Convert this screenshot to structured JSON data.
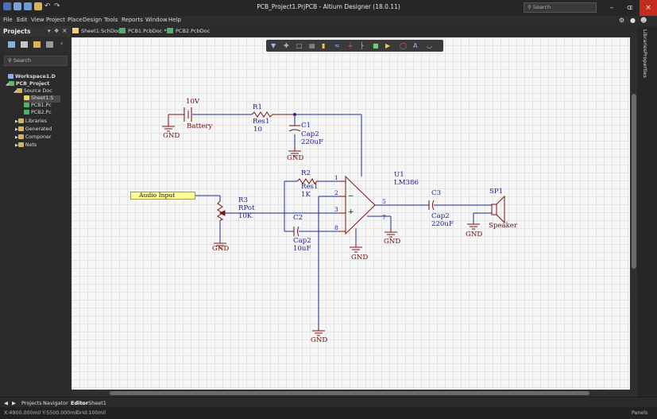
{
  "titlebar": {
    "title": "PCB_Project1.PrjPCB - Altium Designer (18.0.11)",
    "search_placeholder": "Search",
    "minimize": "–",
    "maximize": "Œ",
    "close": "×"
  },
  "menu": {
    "items": [
      "File",
      "Edit",
      "View",
      "Project",
      "Place",
      "Design",
      "Tools",
      "Reports",
      "Window",
      "Help"
    ]
  },
  "projects_panel": {
    "title": "Projects",
    "search_placeholder": "Search",
    "tree": {
      "workspace": "Workspace1.D",
      "project": "PCB_Project",
      "source": "Source Doc",
      "sheet": "Sheet1.S",
      "pcb1": "PCB1.Pc",
      "pcb2": "PCB2.Pc",
      "libraries": "Libraries",
      "generated": "Generated",
      "components": "Componer",
      "nets": "Nets"
    }
  },
  "doc_tabs": [
    "Sheet1.SchDoc",
    "PCB1.PcbDoc *",
    "PCB2.PcbDoc"
  ],
  "schematic": {
    "battery_value": "10V",
    "battery_name": "Battery",
    "gnd": "GND",
    "r1_ref": "R1",
    "r1_lib": "Res1",
    "r1_val": "10",
    "c1_ref": "C1",
    "c1_lib": "Cap2",
    "c1_val": "220uF",
    "r2_ref": "R2",
    "r2_lib": "Res1",
    "r2_val": "1K",
    "u1_ref": "U1",
    "u1_val": "LM386",
    "r3_ref": "R3",
    "r3_lib": "RPot",
    "r3_val": "10K",
    "c2_ref": "C2",
    "c2_lib": "Cap2",
    "c2_val": "10uF",
    "c3_ref": "C3",
    "c3_lib": "Cap2",
    "c3_val": "220uF",
    "sp1_ref": "SP1",
    "sp1_name": "Speaker",
    "net_label": "Audio Input",
    "pin1": "1",
    "pin2": "2",
    "pin3": "3",
    "pin5": "5",
    "pin7": "7",
    "pin8": "8",
    "op_minus": "−",
    "op_plus": "+"
  },
  "right_tabs": [
    "Libraries",
    "Properties"
  ],
  "bottom_tabs": [
    "Projects",
    "Navigator",
    "Editor",
    "Sheet1"
  ],
  "status": {
    "coords": "X:4900.000mil Y:5500.000mil",
    "grid": "Grid:100mil",
    "panels": "Panels"
  },
  "colors": {
    "wire": "#1f2f9a",
    "component": "#7a1212",
    "net_label_bg": "#ffff99",
    "sheet": "#f6f6f6"
  }
}
